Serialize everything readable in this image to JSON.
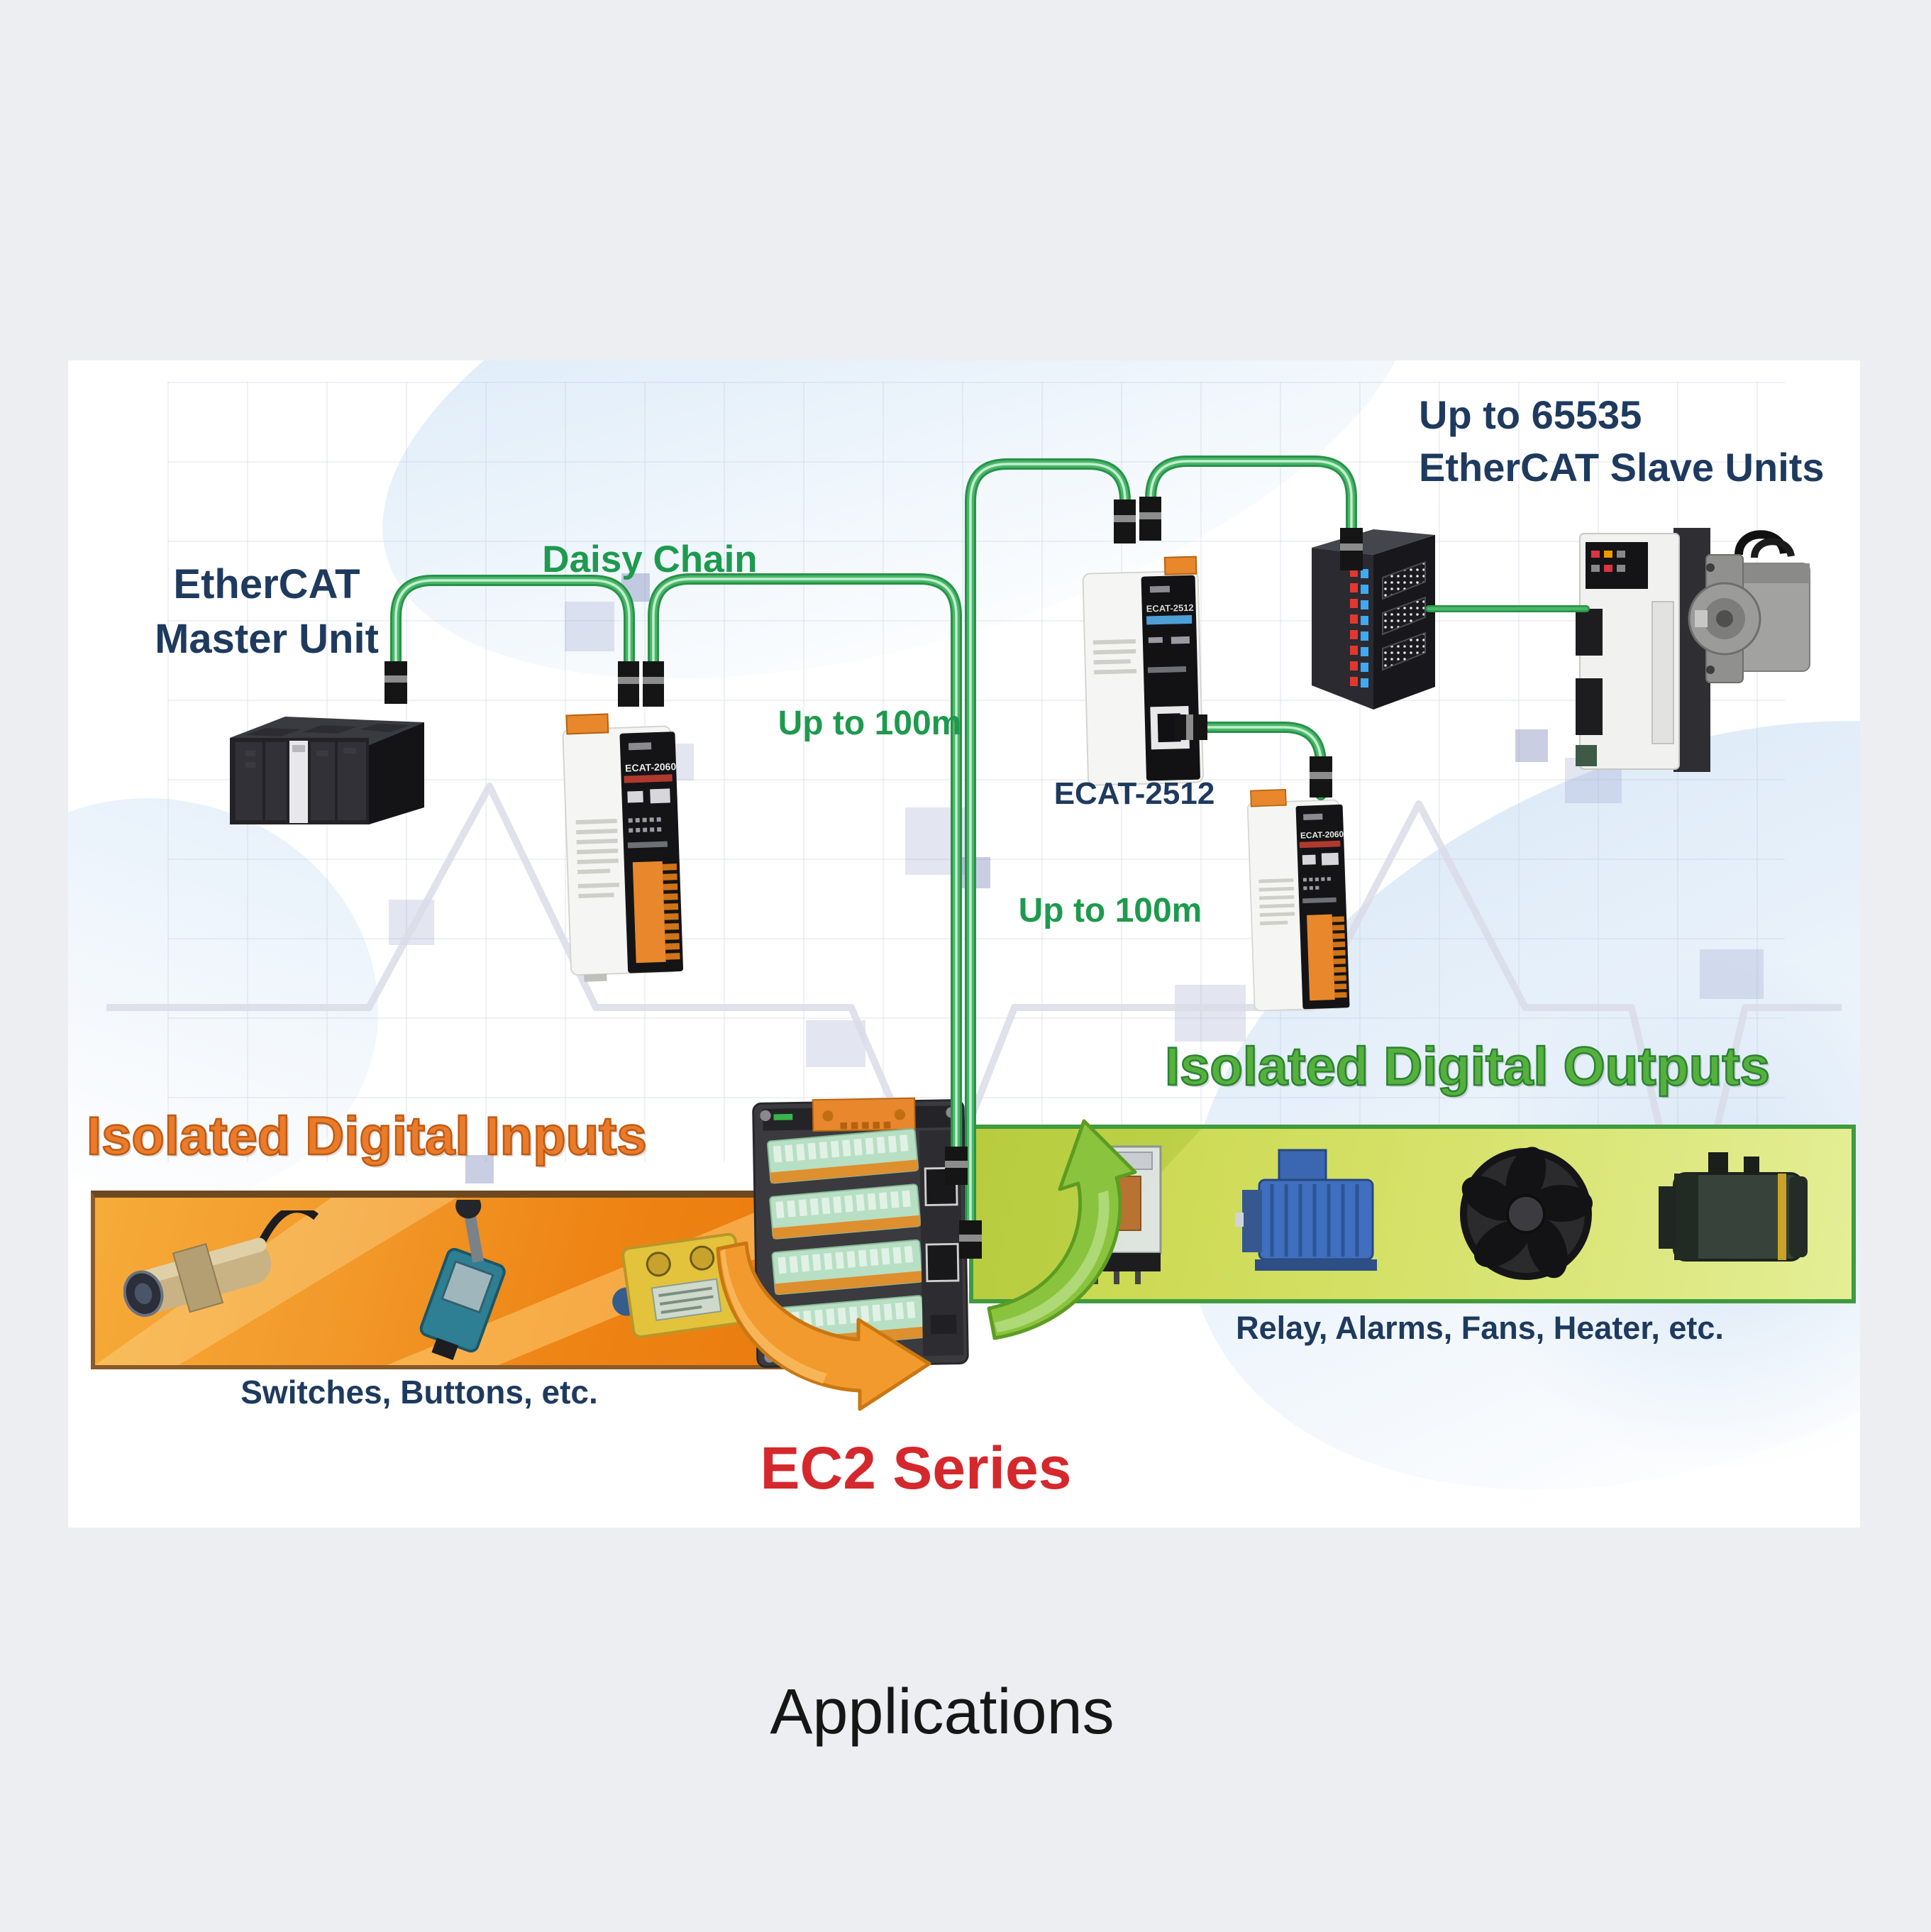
{
  "page": {
    "caption": "Applications",
    "background_color": "#edeef1",
    "panel_color": "#ffffff"
  },
  "diagram": {
    "colors": {
      "cable_green": "#2f9e52",
      "label_green": "#1e9a4e",
      "navy_text": "#1e3a5e",
      "inputs_heading_orange": "#e97b2b",
      "outputs_heading_green": "#55b13c",
      "series_red": "#d5282c",
      "banner_orange": "#ef8a1e",
      "banner_yellow_green": "#d4e064"
    },
    "labels": {
      "slave_units_line1": "Up to 65535",
      "slave_units_line2": "EtherCAT Slave Units",
      "master_unit_line1": "EtherCAT",
      "master_unit_line2": "Master Unit",
      "daisy_chain": "Daisy Chain",
      "cable_length_left": "Up to 100m",
      "cable_length_right": "Up to 100m",
      "coupler_model": "ECAT-2512",
      "inputs_heading": "Isolated Digital Inputs",
      "outputs_heading": "Isolated Digital Outputs",
      "inputs_caption": "Switches, Buttons, etc.",
      "outputs_caption": "Relay, Alarms, Fans, Heater, etc.",
      "series_label": "EC2 Series",
      "slave_module_model": "ECAT-2060",
      "coupler_front_model": "ECAT-2512"
    }
  }
}
